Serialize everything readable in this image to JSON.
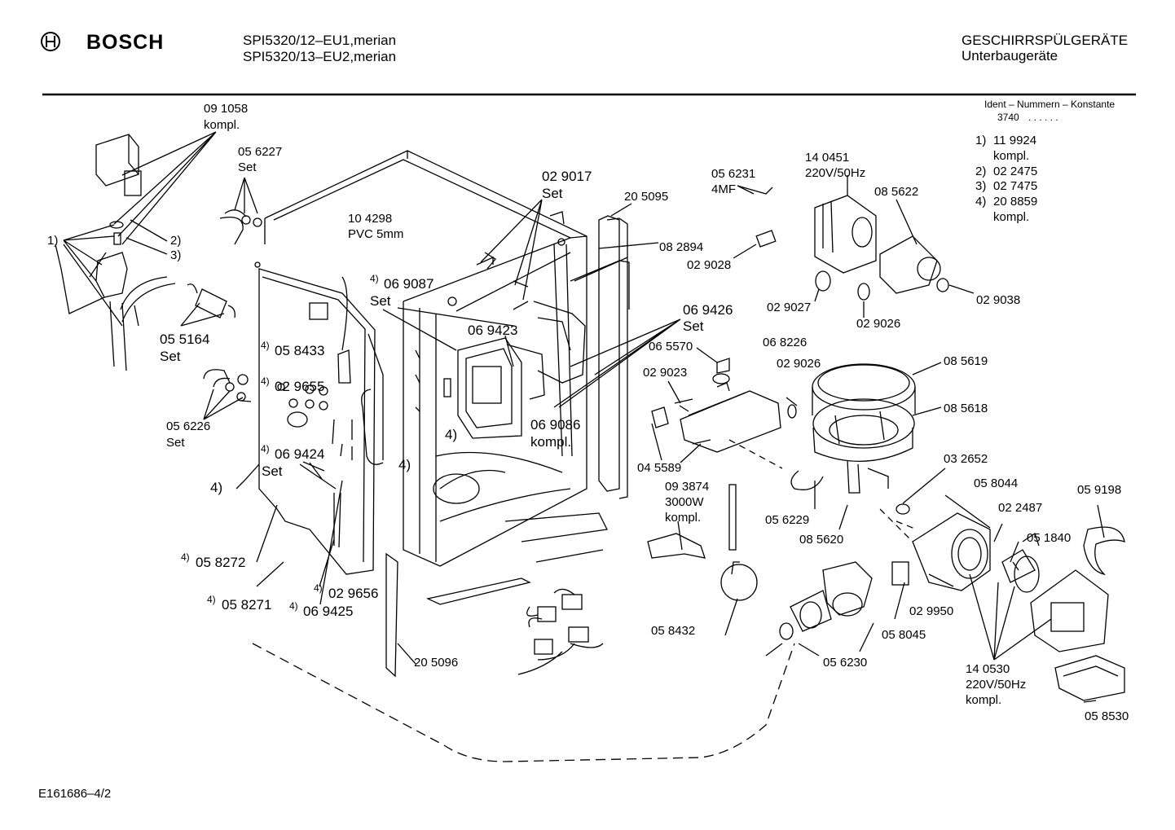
{
  "header": {
    "brand": "BOSCH",
    "model_line_1": "SPI5320/12–EU1,merian",
    "model_line_2": "SPI5320/13–EU2,merian",
    "category_line_1": "GESCHIRRSPÜLGERÄTE",
    "category_line_2": "Unterbaugeräte"
  },
  "ident_box": {
    "title": "Ident – Nummern – Konstante",
    "code": "3740",
    "dots": ". . . . . .",
    "notes": [
      {
        "num": "1)",
        "value": "11 9924",
        "suffix": "kompl."
      },
      {
        "num": "2)",
        "value": "02 2475"
      },
      {
        "num": "3)",
        "value": "02 7475"
      },
      {
        "num": "4)",
        "value": "20 8859",
        "suffix": "kompl."
      }
    ]
  },
  "footer": {
    "code": "E161686–4/2"
  },
  "parts": {
    "p091058": "09 1058",
    "p091058_sub": "kompl.",
    "p056227": "05 6227",
    "p056227_sub": "Set",
    "n1": "1)",
    "n2": "2)",
    "n3": "3)",
    "p055164": "05 5164",
    "p055164_sub": "Set",
    "p056226": "05 6226",
    "p056226_sub": "Set",
    "n4_left": "4)",
    "p104298": "10 4298",
    "p104298_sub": "PVC 5mm",
    "p058433": "05 8433",
    "p029655": "02 9655",
    "p069424": "06 9424",
    "p069424_sub": "Set",
    "p058272": "05 8272",
    "p058271": "05 8271",
    "p029656": "02 9656",
    "p069425": "06 9425",
    "p069087": "06 9087",
    "p069087_sub": "Set",
    "n4_a": "4)",
    "n4_b": "4)",
    "p029017": "02 9017",
    "p029017_sub": "Set",
    "p069423": "06 9423",
    "p205095": "20 5095",
    "p082894": "08 2894",
    "p069426": "06 9426",
    "p069426_sub": "Set",
    "p069086": "06 9086",
    "p069086_sub": "kompl.",
    "p205096": "20 5096",
    "p056231": "05 6231",
    "p056231_sub": "4MF",
    "p140451": "14 0451",
    "p140451_sub": "220V/50Hz",
    "p085622": "08 5622",
    "p029028": "02 9028",
    "p029027": "02 9027",
    "p029026_a": "02 9026",
    "p029038": "02 9038",
    "p068226": "06 8226",
    "p065570": "06 5570",
    "p029026_b": "02 9026",
    "p029023": "02 9023",
    "p085619": "08 5619",
    "p085618": "08 5618",
    "p045589": "04 5589",
    "p093874": "09 3874",
    "p093874_sub1": "3000W",
    "p093874_sub2": "kompl.",
    "p032652": "03 2652",
    "p056229": "05 6229",
    "p085620": "08 5620",
    "p058044": "05 8044",
    "p022487": "02 2487",
    "p059198": "05 9198",
    "p051840": "05 1840",
    "p058432": "05 8432",
    "p029950": "02 9950",
    "p058045": "05 8045",
    "p056230": "05 6230",
    "p140530": "14 0530",
    "p140530_sub1": "220V/50Hz",
    "p140530_sub2": "kompl.",
    "p058530": "05 8530"
  },
  "superscripts": {
    "four": "4)"
  }
}
